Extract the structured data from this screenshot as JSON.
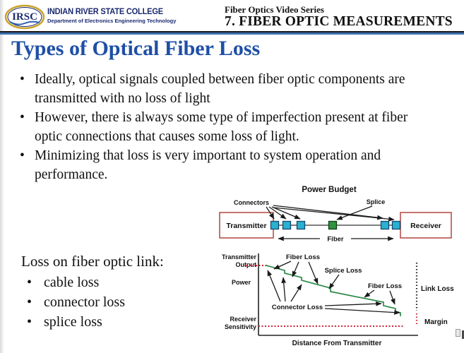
{
  "header": {
    "logo_text": "IRSC",
    "college_name": "INDIAN RIVER STATE COLLEGE",
    "department": "Department of Electronics Engineering Technology",
    "series_label": "Fiber Optics Video Series",
    "lecture_title": "7. FIBER OPTIC MEASUREMENTS"
  },
  "slide": {
    "title": "Types of Optical Fiber Loss",
    "bullets": [
      "Ideally, optical signals coupled between fiber optic components are transmitted with no loss of light",
      "However, there is always some type of imperfection present at fiber optic connections that causes some loss of light.",
      "Minimizing that loss is very important to system operation and performance."
    ],
    "loss_list": {
      "heading": "Loss on fiber optic link:",
      "items": [
        "cable loss",
        "connector loss",
        "splice loss"
      ]
    }
  },
  "power_budget": {
    "title": "Power Budget",
    "connectors_label": "Connectors",
    "splice_label": "Splice",
    "transmitter_label": "Transmitter",
    "receiver_label": "Receiver",
    "fiber_label": "Fiber"
  },
  "loss_graph": {
    "transmitter_output_line1": "Transmitter",
    "transmitter_output_line2": "Output",
    "power_label": "Power",
    "receiver_sensitivity_line1": "Receiver",
    "receiver_sensitivity_line2": "Sensitivity",
    "fiber_loss_label_1": "Fiber Loss",
    "splice_loss_label": "Splice Loss",
    "fiber_loss_label_2": "Fiber Loss",
    "connector_loss_label": "Connector Loss",
    "link_loss_label": "Link Loss",
    "margin_label": "Margin",
    "x_axis_label": "Distance From Transmitter"
  },
  "colors": {
    "title_blue": "#1e4fa6",
    "navy": "#1b2a70",
    "divider_blue": "#3e6fae",
    "box_border_red": "#b5524a",
    "connector_cyan": "#2ab0d0",
    "splice_green": "#2e9440",
    "graph_line_green": "#2e8b4a",
    "dotted_red": "#cc2233"
  }
}
